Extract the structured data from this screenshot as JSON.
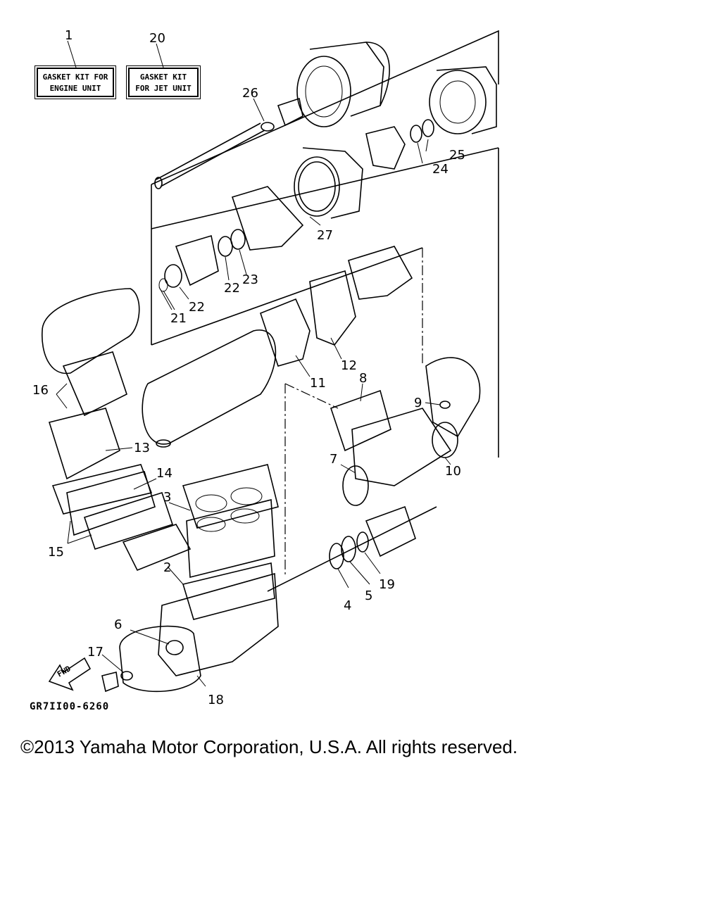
{
  "kits": [
    {
      "number": "1",
      "lines": [
        "GASKET KIT FOR",
        "ENGINE UNIT"
      ]
    },
    {
      "number": "20",
      "lines": [
        "GASKET KIT",
        "FOR JET UNIT"
      ]
    }
  ],
  "callouts": [
    "2",
    "3",
    "4",
    "5",
    "6",
    "7",
    "8",
    "9",
    "10",
    "11",
    "12",
    "13",
    "14",
    "15",
    "16",
    "17",
    "18",
    "19",
    "21",
    "22",
    "22",
    "23",
    "24",
    "25",
    "26",
    "27"
  ],
  "fwd_label": "FWD",
  "drawing_code": "GR7II00-6260",
  "copyright": "©2013 Yamaha Motor Corporation, U.S.A. All rights reserved."
}
